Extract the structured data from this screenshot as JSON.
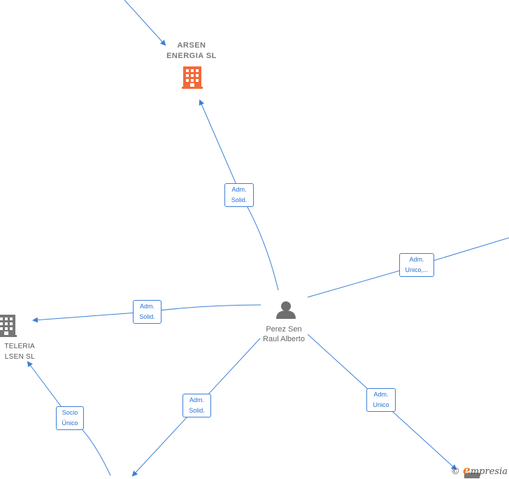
{
  "nodes": {
    "arsen": {
      "line1": "ARSEN",
      "line2": "ENERGIA  SL",
      "color": "#f26a3a"
    },
    "left_company": {
      "line1": "TELERIA",
      "line2": "LSEN  SL",
      "color": "#777777"
    },
    "person": {
      "line1": "Perez Sen",
      "line2": "Raul Alberto",
      "color": "#777777"
    }
  },
  "edges": {
    "arsen": {
      "line1": "Adm.",
      "line2": "Solid."
    },
    "right": {
      "line1": "Adm.",
      "line2": "Unico,..."
    },
    "left": {
      "line1": "Adm.",
      "line2": "Solid."
    },
    "bottom_left": {
      "line1": "Adm.",
      "line2": "Solid."
    },
    "bottom_right": {
      "line1": "Adm.",
      "line2": "Unico"
    },
    "socio": {
      "line1": "Socio",
      "line2": "Único"
    }
  },
  "footer": {
    "copyright": "©",
    "brand_initial": "e",
    "brand_rest": "mpresia"
  },
  "colors": {
    "edge": "#3d7fd9",
    "label_text": "#2b6fd1"
  }
}
